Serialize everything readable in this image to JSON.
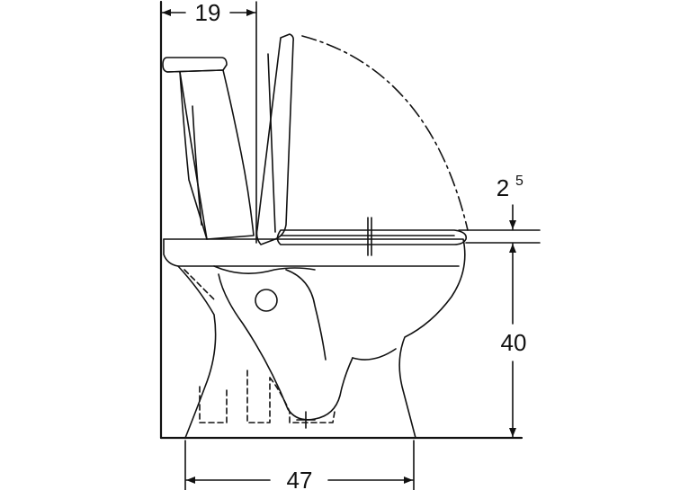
{
  "dimensions": {
    "top_width": "19",
    "seat_gap_main": "2",
    "seat_gap_sup": "5",
    "height": "40",
    "depth": "47"
  },
  "colors": {
    "line": "#111111",
    "background": "#ffffff"
  }
}
